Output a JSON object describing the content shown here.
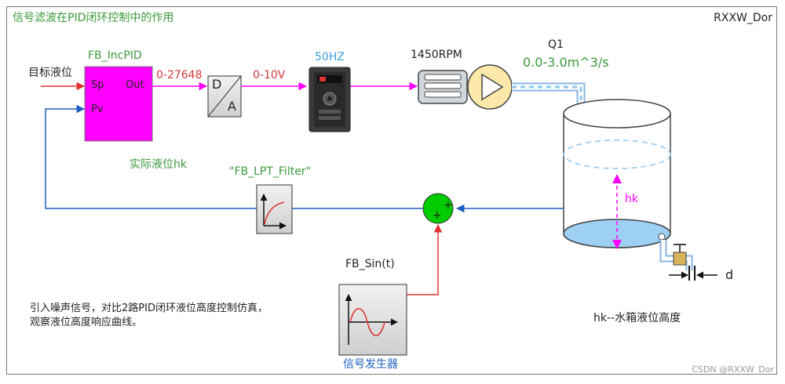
{
  "title": "信号滤波在PID闭环控制中的作用",
  "author": "RXXW_Dor",
  "watermark": "CSDN @RXXW_Dor",
  "setpoint_label": "目标液位",
  "pid": {
    "name": "FB_IncPID",
    "sp": "Sp",
    "pv": "Pv",
    "out": "Out",
    "color": "#ff00ff"
  },
  "range_label": "0-27648",
  "voltage_label": "0-10V",
  "converter": {
    "d": "D",
    "a": "A"
  },
  "freq_label": "50HZ",
  "rpm_label": "1450RPM",
  "flow": {
    "name": "Q1",
    "range": "0.0-3.0m^3/s"
  },
  "actual_level_label": "实际液位hk",
  "filter_name": "\"FB_LPT_Filter\"",
  "sum": {
    "plus1": "+",
    "plus2": "+",
    "color": "#00cc00"
  },
  "hk_label": "hk",
  "d_label": "d",
  "sin": {
    "name": "FB_Sin(t)",
    "caption": "信号发生器"
  },
  "description": [
    "引入噪声信号，对比2路PID闭环液位高度控制仿真，",
    "观察液位高度响应曲线。"
  ],
  "tank_caption": "hk--水箱液位高度",
  "colors": {
    "green_text": "#3a9a3a",
    "red_text": "#d23a3a",
    "blue_text": "#3aa0e0",
    "blue_line": "#1f5fbf",
    "magenta": "#ff00ff"
  }
}
